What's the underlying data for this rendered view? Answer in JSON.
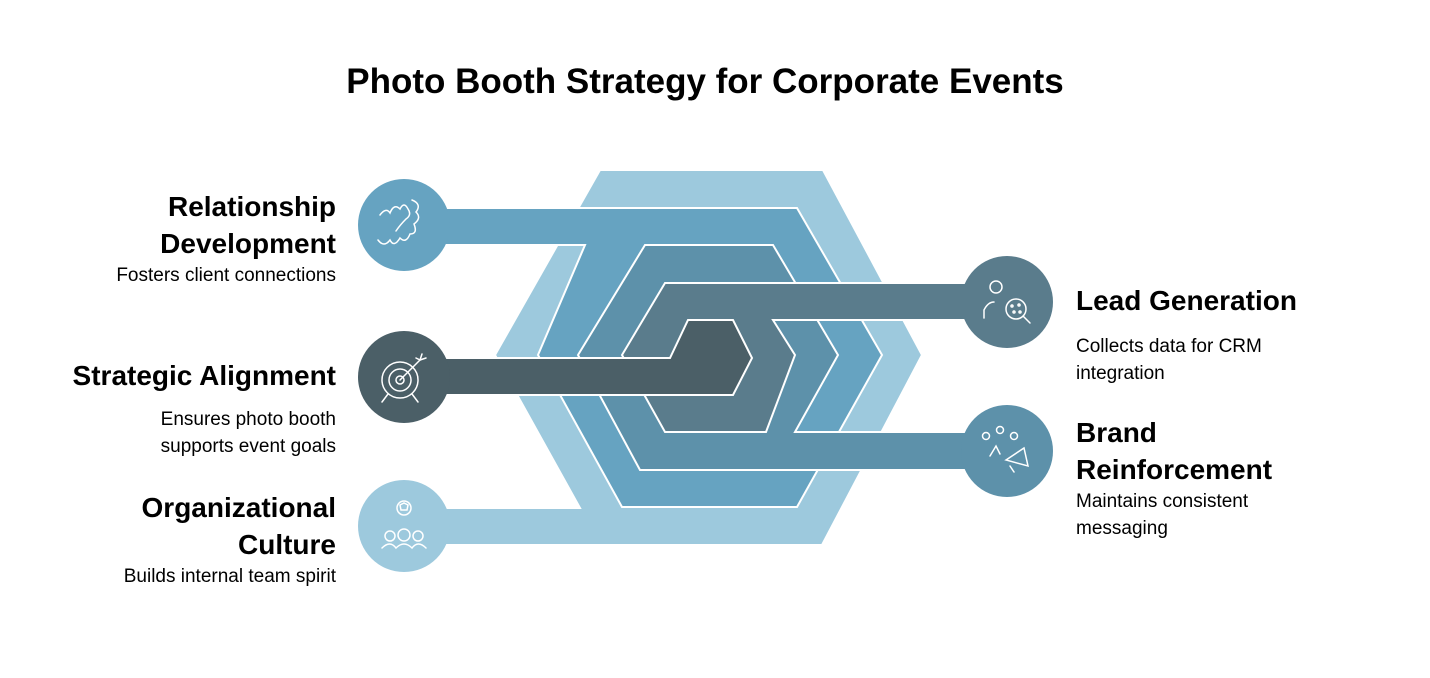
{
  "title": "Photo Booth Strategy for Corporate Events",
  "colors": {
    "lightest": "#9dc9dd",
    "light": "#66a3c1",
    "mid": "#5d91aa",
    "dark": "#5a7c8c",
    "darkest": "#4b5f67"
  },
  "items": {
    "relationship": {
      "title_line1": "Relationship",
      "title_line2": "Development",
      "desc": "Fosters client connections",
      "icon": "handshake-icon"
    },
    "strategic": {
      "title": "Strategic Alignment",
      "desc_line1": "Ensures photo booth",
      "desc_line2": "supports event goals",
      "icon": "target-icon"
    },
    "organizational": {
      "title_line1": "Organizational",
      "title_line2": "Culture",
      "desc": "Builds internal team spirit",
      "icon": "team-icon"
    },
    "lead": {
      "title": "Lead Generation",
      "desc_line1": "Collects data for CRM",
      "desc_line2": "integration",
      "icon": "user-search-icon"
    },
    "brand": {
      "title_line1": "Brand",
      "title_line2": "Reinforcement",
      "desc_line1": "Maintains consistent",
      "desc_line2": "messaging",
      "icon": "megaphone-icon"
    }
  }
}
